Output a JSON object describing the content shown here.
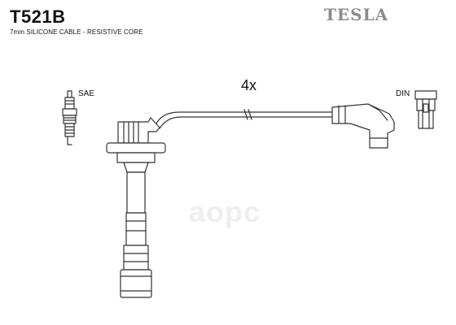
{
  "header": {
    "part_number": "T521B",
    "description": "7mm SILICONE CABLE - RESISTIVE CORE",
    "brand": "TESLA"
  },
  "diagram": {
    "quantity_label": "4x",
    "left_connector_label": "SAE",
    "right_connector_label": "DIN"
  },
  "watermark": {
    "text": "aopc"
  },
  "colors": {
    "line": "#333333",
    "brand": "#8c8c8c",
    "watermark": "#eeeeee"
  }
}
